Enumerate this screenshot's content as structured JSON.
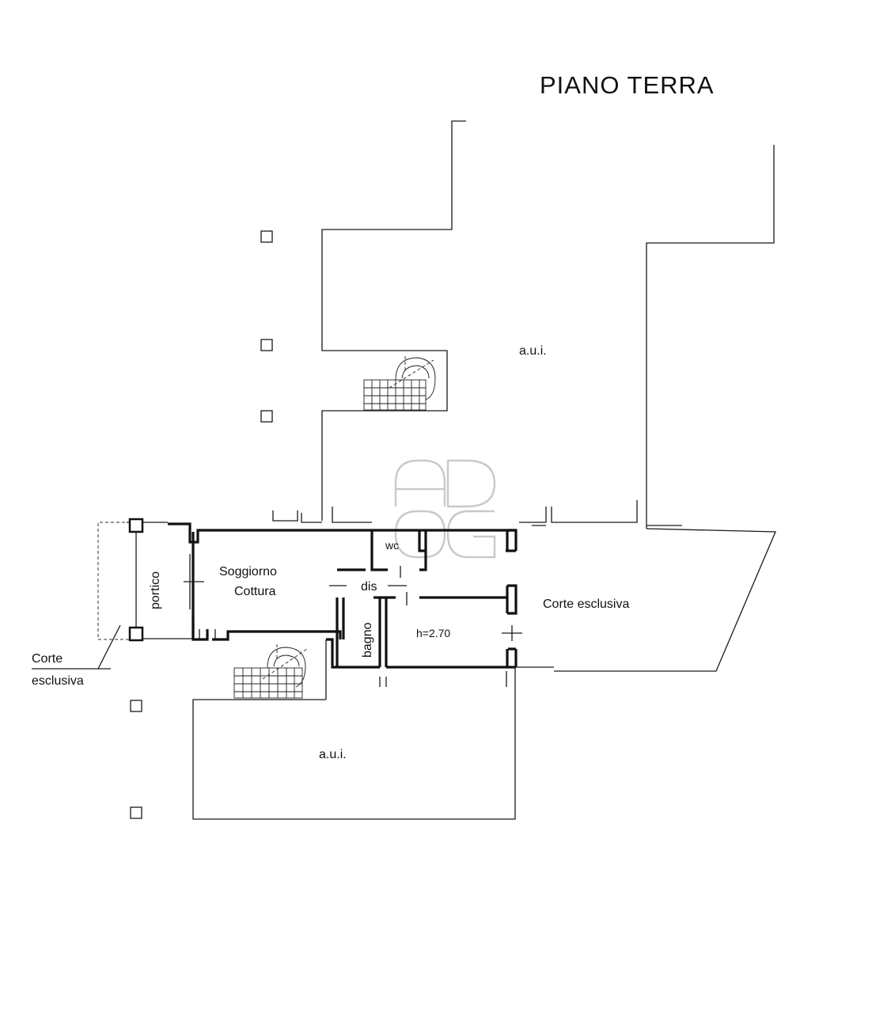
{
  "title": "PIANO TERRA",
  "labels": {
    "aui_top": "a.u.i.",
    "aui_bottom": "a.u.i.",
    "corte_right": "Corte esclusiva",
    "corte_left_1": "Corte",
    "corte_left_2": "esclusiva",
    "portico": "portico",
    "soggiorno_1": "Soggiorno",
    "soggiorno_2": "Cottura",
    "wc": "wc",
    "dis": "dis",
    "bagno": "bagno",
    "height": "h=2.70"
  },
  "watermark": "ADOG"
}
